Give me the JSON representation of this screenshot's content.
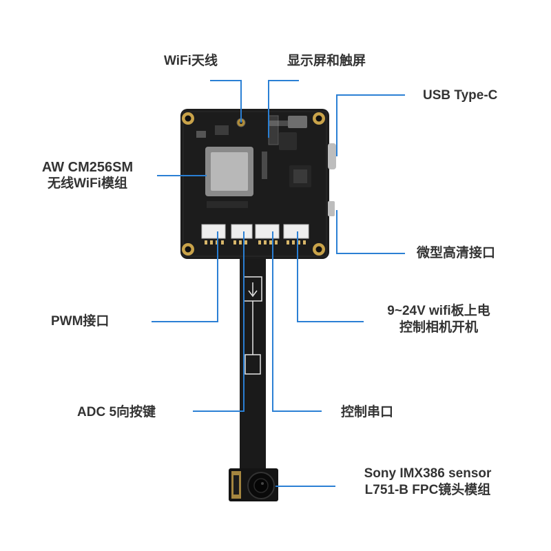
{
  "labels": {
    "wifi_antenna": "WiFi天线",
    "display_touch": "显示屏和触屏",
    "usb": "USB Type-C",
    "module_line1": "AW CM256SM",
    "module_line2": "无线WiFi模组",
    "hdmi": "微型高清接口",
    "power_line1": "9~24V wifi板上电",
    "power_line2": "控制相机开机",
    "pwm": "PWM接口",
    "adc": "ADC 5向按键",
    "serial": "控制串口",
    "sensor_line1": "Sony IMX386 sensor",
    "sensor_line2": "L751-B FPC镜头模组"
  },
  "colors": {
    "leader": "#2a7fd4",
    "text": "#333333",
    "pcb": "#1c1c1c",
    "connector": "#eeeeee",
    "gold": "#c9a34a"
  }
}
